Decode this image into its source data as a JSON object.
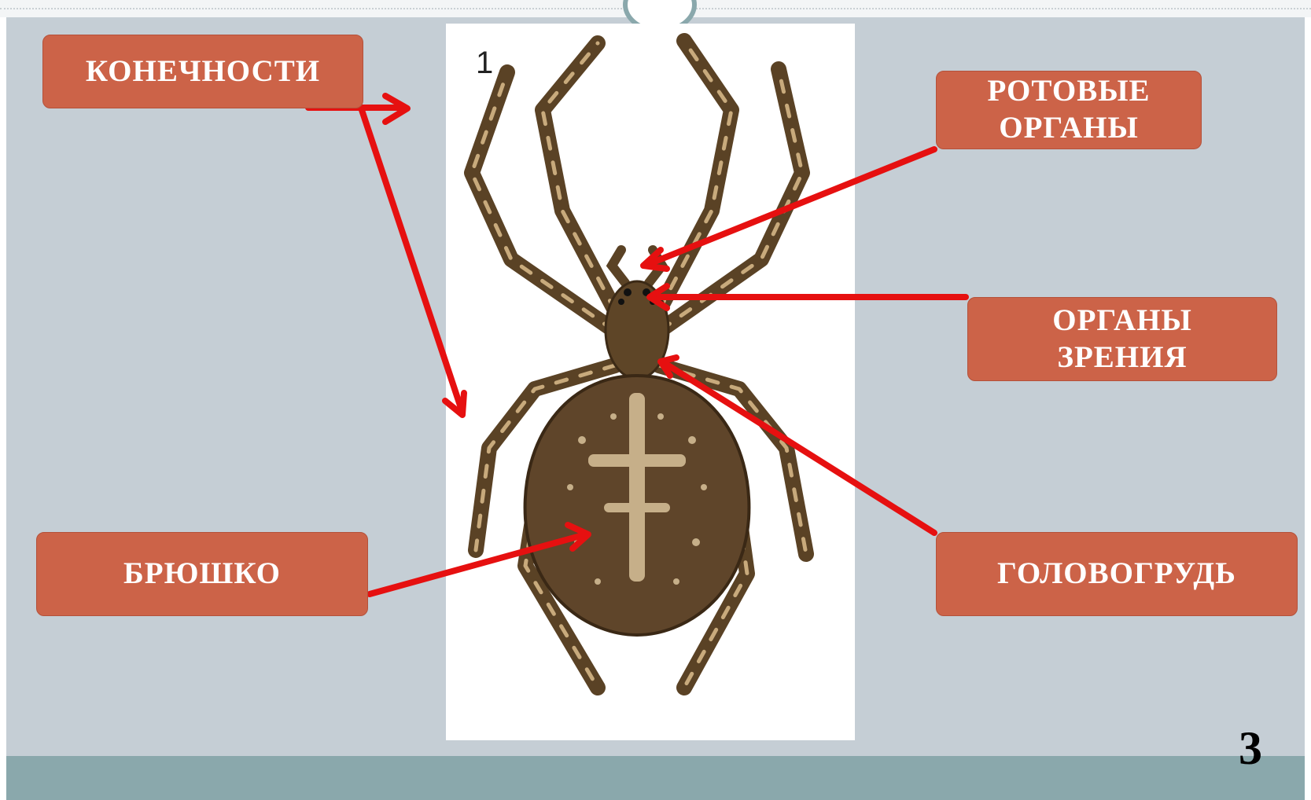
{
  "figure_number": "1",
  "labels": {
    "limbs": "КОНЕЧНОСТИ",
    "mouth_organs": "РОТОВЫЕ\nОРГАНЫ",
    "vision_organs": "ОРГАНЫ\nЗРЕНИЯ",
    "abdomen": "БРЮШКО",
    "cephalothorax": "ГОЛОВОГРУДЬ"
  },
  "page_number": "3",
  "colors": {
    "slide_background": "#c5ced5",
    "label_fill": "#cc6348",
    "arrow": "#e61010",
    "bottom_bar": "#8aa8ac",
    "spider_body": "#5e4527"
  }
}
